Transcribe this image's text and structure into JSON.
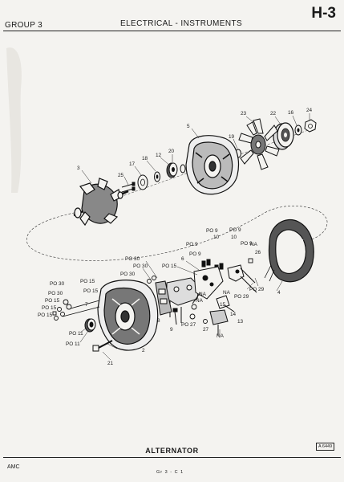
{
  "header": {
    "group": "GROUP 3",
    "section": "ELECTRICAL - INSTRUMENTS",
    "page_code": "H-3"
  },
  "figure": {
    "caption": "ALTERNATOR",
    "figure_ref": "A 6449"
  },
  "footer": {
    "publisher": "AMC",
    "page_ref": "Gr 3 - C 1"
  },
  "callouts": {
    "c23": "23",
    "c22": "22",
    "c16": "16",
    "c24": "24",
    "c5": "5",
    "c19": "19",
    "c20": "20",
    "c12": "12",
    "c18": "18",
    "c17": "17",
    "c25": "25",
    "c3": "3",
    "po9a": "PO 9",
    "po9b": "PO 9",
    "c10a": "10",
    "c10b": "10",
    "po9c": "PO 9",
    "po9d": "PO 9",
    "na1": "NA",
    "c26": "26",
    "po30a": "PO 30",
    "po30b": "PO 30",
    "po15a": "PO 15",
    "c6": "6",
    "c4": "4",
    "po29a": "PO 29",
    "po29b": "PO 29",
    "po30c": "PO 30",
    "po15b": "PO 15",
    "po30d": "PO 30",
    "po15c": "PO 15",
    "po30e": "PO 30",
    "po15d": "PO 15",
    "po15e": "PO 15",
    "po15f": "PO 15",
    "c7": "7",
    "na2": "NA",
    "na3": "NA",
    "c14": "14",
    "c15": "15",
    "c8": "8",
    "c9": "9",
    "po27a": "PO 27",
    "c27": "27",
    "c13": "13",
    "na4": "NA",
    "po11a": "PO 11",
    "po11b": "PO 11",
    "c2": "2",
    "c21": "21"
  }
}
